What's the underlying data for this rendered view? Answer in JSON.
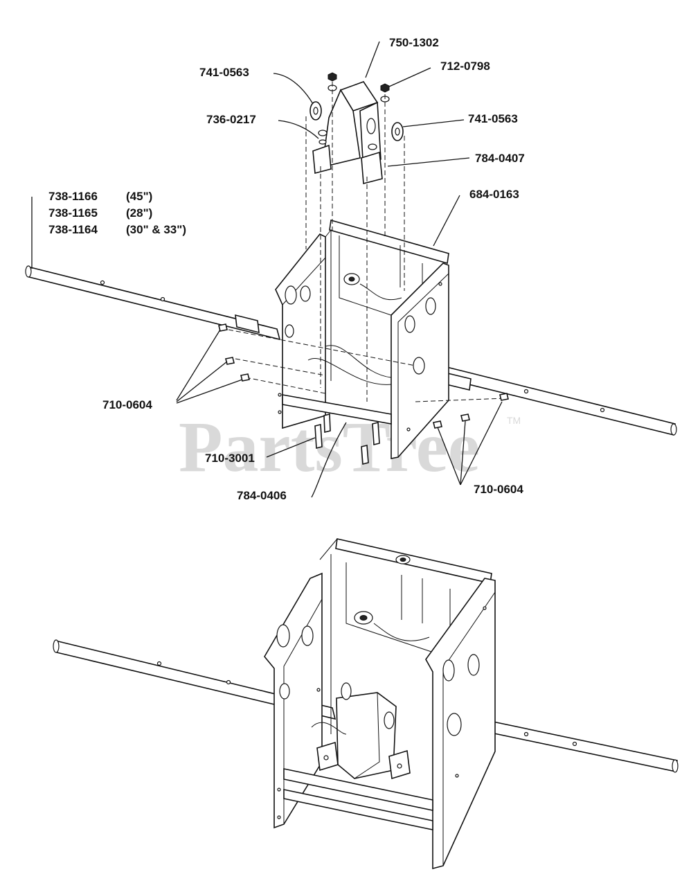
{
  "watermark": {
    "brand": "PartsTree",
    "trademark": "TM"
  },
  "labels": {
    "p750_1302": "750-1302",
    "p741_0563_a": "741-0563",
    "p712_0798": "712-0798",
    "p736_0217": "736-0217",
    "p741_0563_b": "741-0563",
    "p784_0407": "784-0407",
    "p684_0163": "684-0163",
    "p738_1166": "738-1166",
    "p738_1166_size": "(45\")",
    "p738_1165": "738-1165",
    "p738_1165_size": "(28\")",
    "p738_1164": "738-1164",
    "p738_1164_size": "(30\" & 33\")",
    "p710_0604_left": "710-0604",
    "p710_3001": "710-3001",
    "p784_0406": "784-0406",
    "p710_0604_right": "710-0604"
  },
  "colors": {
    "line": "#111111",
    "watermark": "#d9d9d9",
    "background": "#ffffff"
  }
}
